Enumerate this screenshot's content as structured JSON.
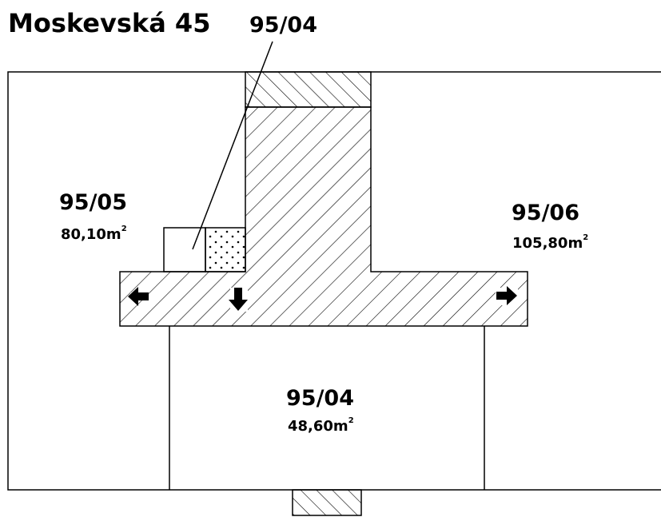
{
  "title": "Moskevská 45",
  "callout_label": "95/04",
  "parcels": [
    {
      "id": "95/05",
      "area": "80,10m",
      "unit_sup": "2"
    },
    {
      "id": "95/06",
      "area": "105,80m",
      "unit_sup": "2"
    },
    {
      "id": "95/04",
      "area": "48,60m",
      "unit_sup": "2"
    }
  ],
  "icons": {
    "left": "arrow-left-icon",
    "down": "arrow-down-icon",
    "right": "arrow-right-icon"
  }
}
